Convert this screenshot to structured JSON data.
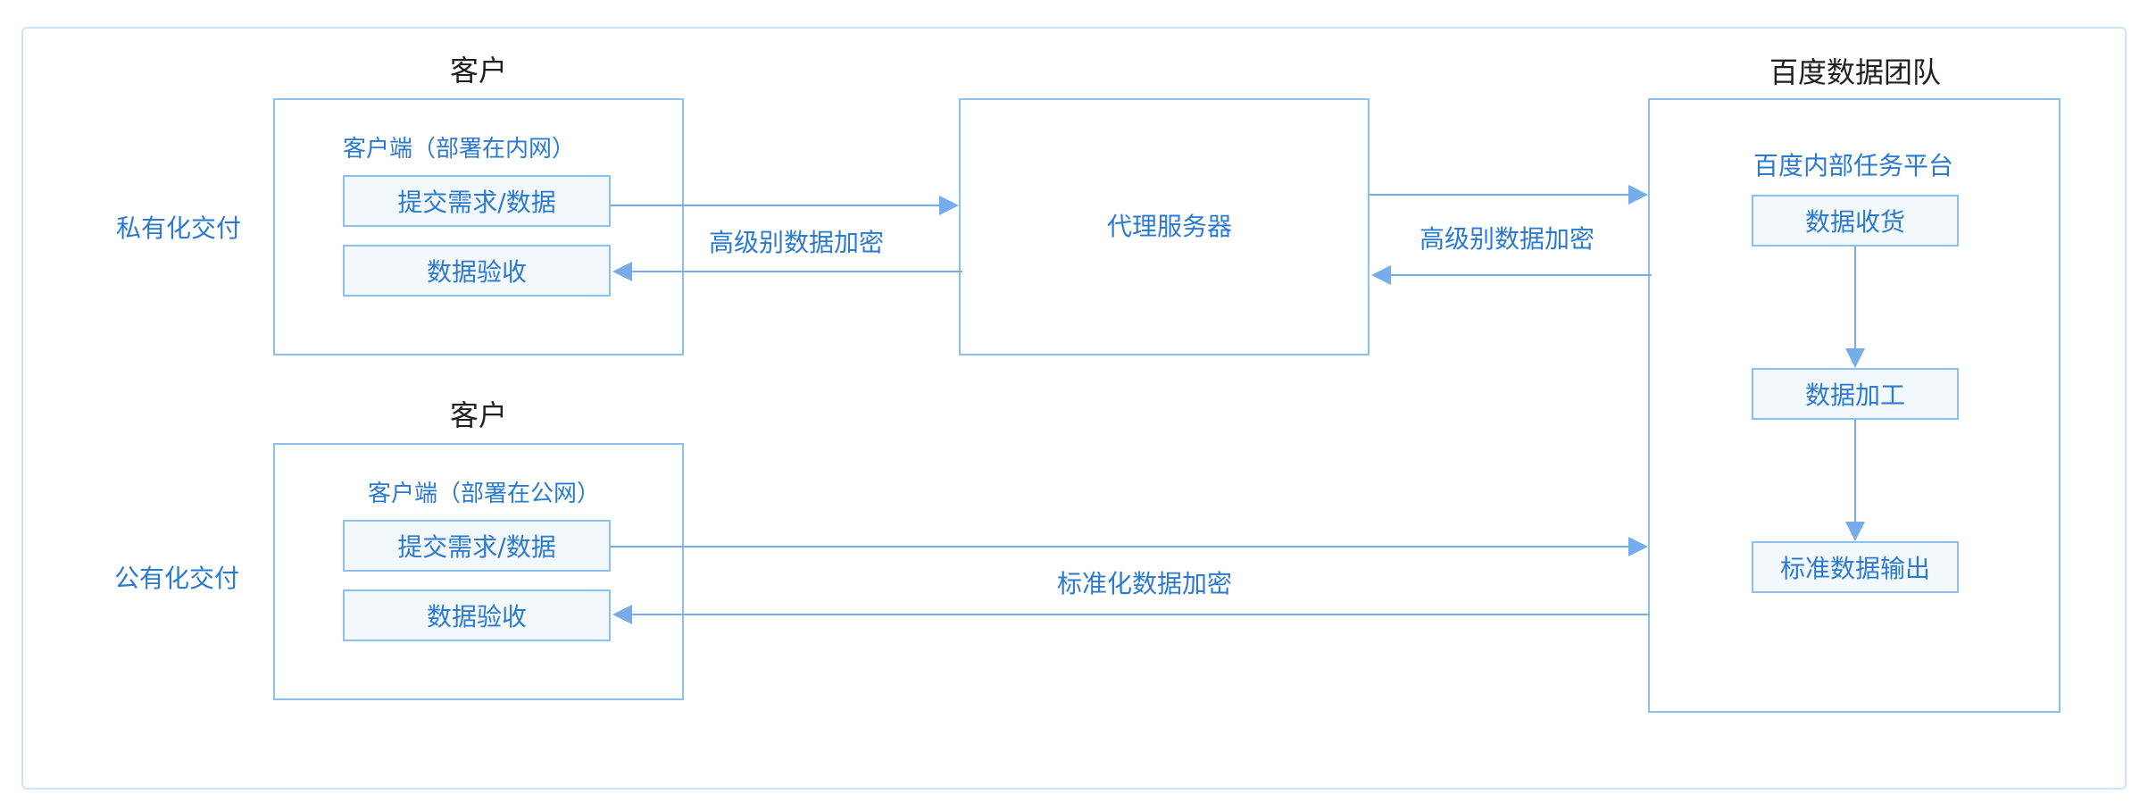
{
  "colors": {
    "line": "#74acec",
    "text_blue": "#2a7ad0",
    "text_dark": "#1f1f1f",
    "box_border": "#8cc0f0",
    "inner_fill": "#f3f8fd"
  },
  "rows": {
    "private": {
      "label": "私有化交付",
      "customer_title": "客户",
      "client_title": "客户端（部署在内网）",
      "submit": "提交需求/数据",
      "accept": "数据验收"
    },
    "public": {
      "label": "公有化交付",
      "customer_title": "客户",
      "client_title": "客户端（部署在公网）",
      "submit": "提交需求/数据",
      "accept": "数据验收"
    }
  },
  "proxy": {
    "label": "代理服务器"
  },
  "edges": {
    "private_left": "高级别数据加密",
    "private_right": "高级别数据加密",
    "public": "标准化数据加密"
  },
  "baidu": {
    "title": "百度数据团队",
    "platform": "百度内部任务平台",
    "steps": [
      "数据收货",
      "数据加工",
      "标准数据输出"
    ]
  }
}
